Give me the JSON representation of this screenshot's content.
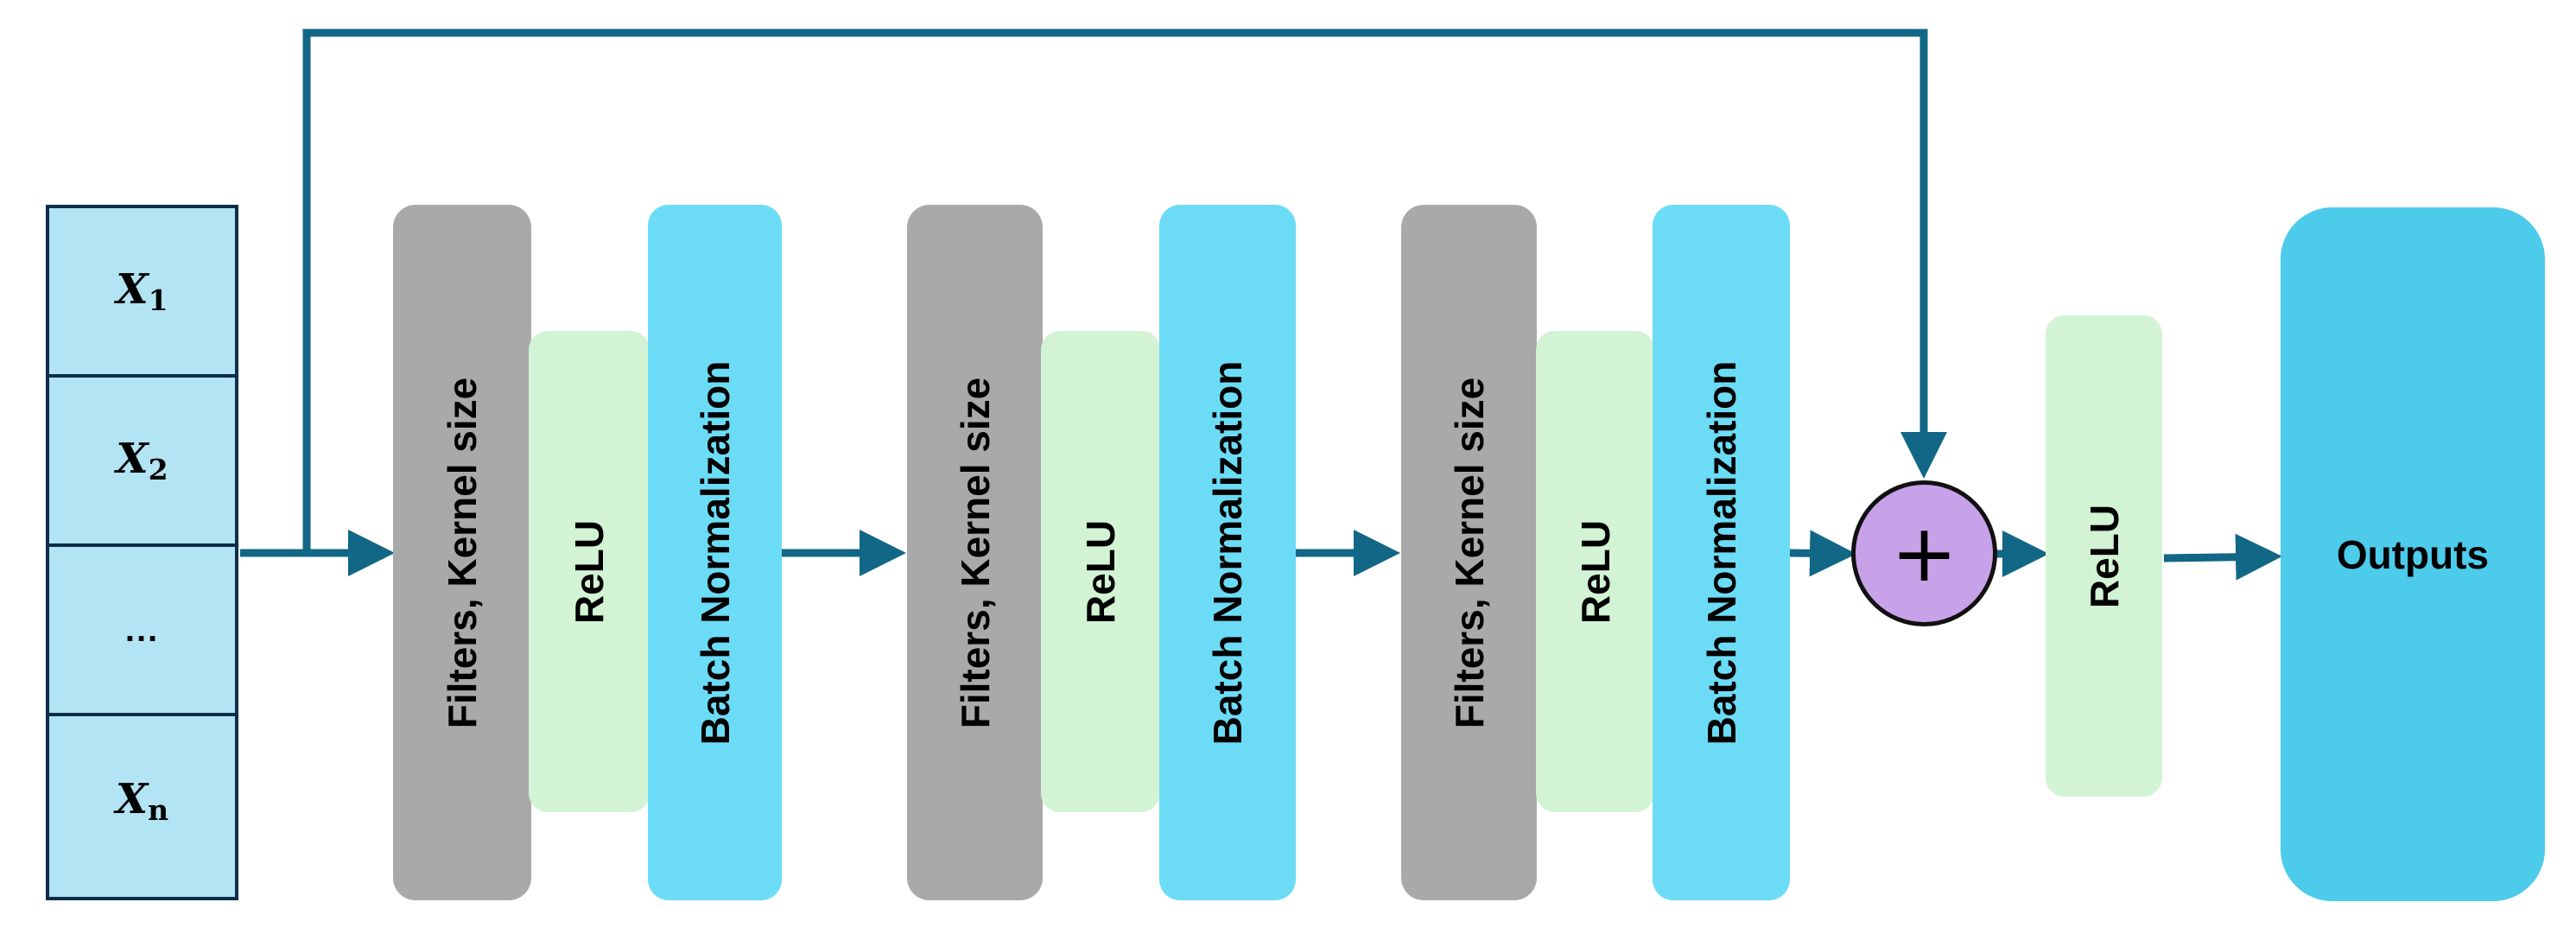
{
  "inputs": {
    "x1": {
      "var": "X",
      "sub": "1"
    },
    "x2": {
      "var": "X",
      "sub": "2"
    },
    "ellipsis": "...",
    "xn": {
      "var": "X",
      "sub": "n"
    }
  },
  "blocks": {
    "filters_label": "Filters, Kernel size",
    "relu_label": "ReLU",
    "bn_label": "Batch Normalization",
    "final_relu_label": "ReLU",
    "outputs_label": "Outputs"
  },
  "adder": {
    "symbol": "+"
  },
  "colors": {
    "input_fill": "#b3e4f3",
    "input_border": "#0b2f4a",
    "filters": "#a9a9a9",
    "relu": "#d2f3d4",
    "batch_norm": "#6cdcf6",
    "outputs": "#4ccbeb",
    "adder": "#c8a2e8",
    "arrow": "#116785"
  }
}
